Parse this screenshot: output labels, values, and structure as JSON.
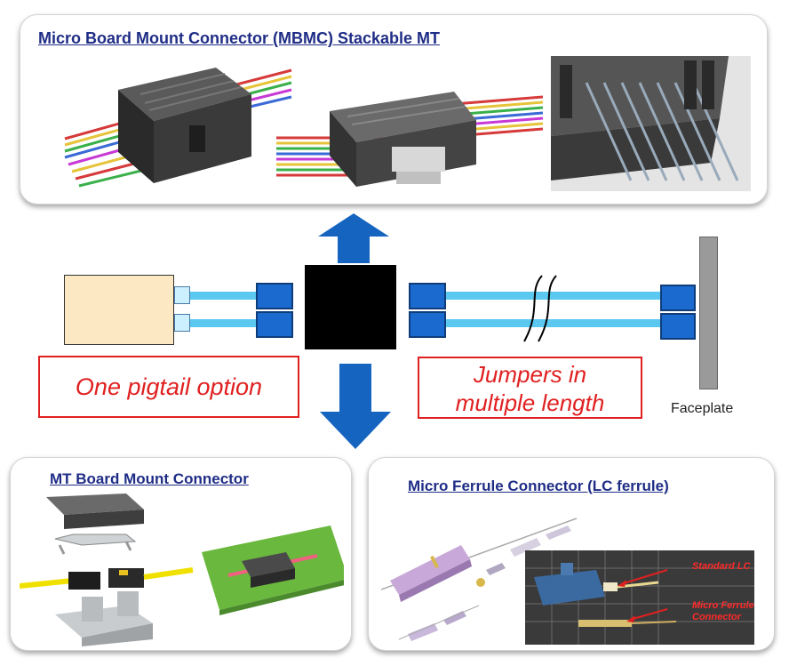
{
  "top_panel": {
    "title": "Micro Board Mount Connector (MBMC) Stackable MT"
  },
  "bottom_left_panel": {
    "title": "MT Board Mount Connector"
  },
  "bottom_right_panel": {
    "title": "Micro Ferrule Connector (LC ferrule)",
    "photo_labels": {
      "standard_lc": "Standard LC",
      "micro_ferrule": "Micro Ferrule Connector"
    }
  },
  "diagram": {
    "pigtail_label": "One pigtail option",
    "jumpers_label_line1": "Jumpers in",
    "jumpers_label_line2": "multiple length",
    "faceplate_label": "Faceplate"
  },
  "colors": {
    "accent_blue": "#1a6ad0",
    "fiber": "#5bc8f0",
    "arrow": "#1565c0",
    "label_red": "#e02020",
    "title_navy": "#1f2d86"
  }
}
